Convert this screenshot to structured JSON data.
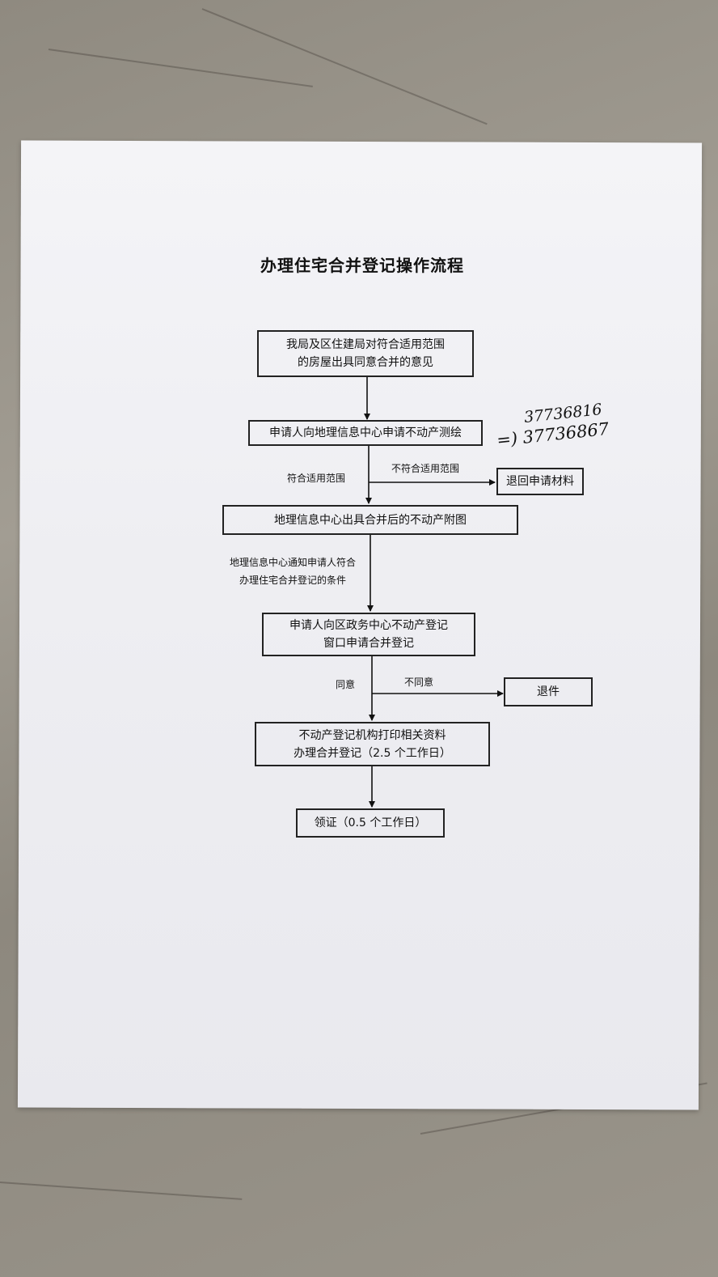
{
  "title": "办理住宅合并登记操作流程",
  "steps": {
    "step1": "我局及区住建局对符合适用范围\n的房屋出具同意合并的意见",
    "step2": "申请人向地理信息中心申请不动产测绘",
    "step3": "地理信息中心出具合并后的不动产附图",
    "step4": "申请人向区政务中心不动产登记\n窗口申请合并登记",
    "step5": "不动产登记机构打印相关资料\n办理合并登记（2.5 个工作日）",
    "step6": "领证（0.5 个工作日）"
  },
  "branches": {
    "reject1": "退回申请材料",
    "reject2": "退件"
  },
  "labels": {
    "conform": "符合适用范围",
    "not_conform": "不符合适用范围",
    "notify": "地理信息中心通知申请人符合\n办理住宅合并登记的条件",
    "agree": "同意",
    "disagree": "不同意"
  },
  "handwriting": {
    "line1": "37736816",
    "line2": "=) 37736867"
  }
}
